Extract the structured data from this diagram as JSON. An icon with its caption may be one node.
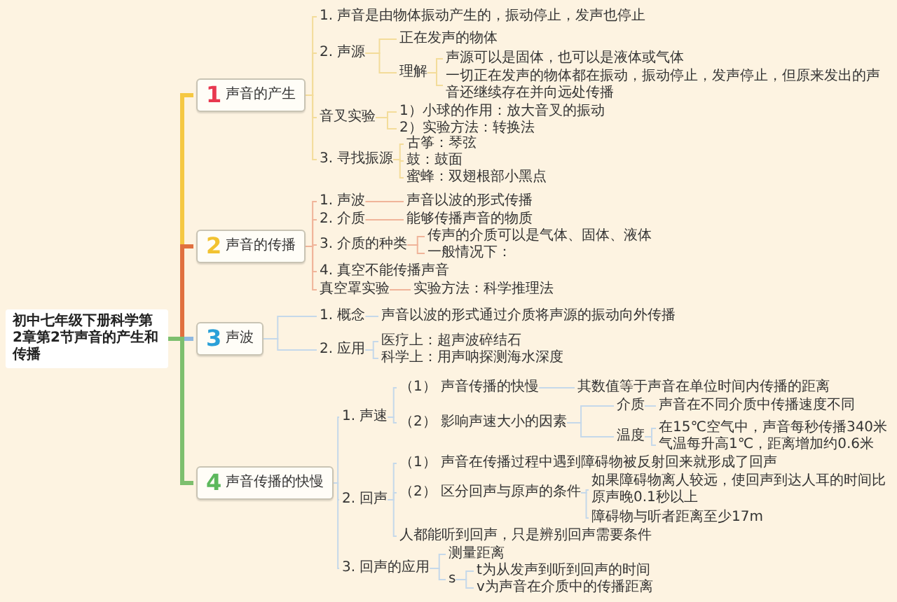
{
  "diagram": {
    "nodes": [
      {
        "text": [
          "初中七年级下册科学第2章第2节声音的产生和传播"
        ]
      },
      {
        "text": [
          "1",
          "声音的产生"
        ]
      },
      {
        "text": [
          "1. 声音是由物体振动产生的，振动停止，发声也停止"
        ]
      },
      {
        "text": [
          "2. 声源"
        ]
      },
      {
        "text": [
          "正在发声的物体"
        ]
      },
      {
        "text": [
          "理解"
        ]
      },
      {
        "text": [
          "声源可以是固体，也可以是液体或气体"
        ]
      },
      {
        "text": [
          "一切正在发声的物体都在振动，振动停止，发声停止，但原来发出的声音还继续存在并向远处传播"
        ]
      },
      {
        "text": [
          "音叉实验"
        ]
      },
      {
        "text": [
          "1）小球的作用：放大音叉的振动"
        ]
      },
      {
        "text": [
          "2）实验方法：转换法"
        ]
      },
      {
        "text": [
          "3. 寻找振源"
        ]
      },
      {
        "text": [
          "古筝：琴弦"
        ]
      },
      {
        "text": [
          "鼓：鼓面"
        ]
      },
      {
        "text": [
          "蜜蜂：双翅根部小黑点"
        ]
      },
      {
        "text": [
          "2",
          "声音的传播"
        ]
      },
      {
        "text": [
          "1. 声波"
        ]
      },
      {
        "text": [
          "声音以波的形式传播"
        ]
      },
      {
        "text": [
          "2. 介质"
        ]
      },
      {
        "text": [
          "能够传播声音的物质"
        ]
      },
      {
        "text": [
          "3. 介质的种类"
        ]
      },
      {
        "text": [
          "传声的介质可以是气体、固体、液体"
        ]
      },
      {
        "text": [
          "一般情况下："
        ]
      },
      {
        "text": [
          "4. 真空不能传播声音"
        ]
      },
      {
        "text": [
          "真空罩实验"
        ]
      },
      {
        "text": [
          "实验方法：科学推理法"
        ]
      },
      {
        "text": [
          "3",
          "声波"
        ]
      },
      {
        "text": [
          "1. 概念"
        ]
      },
      {
        "text": [
          "声音以波的形式通过介质将声源的振动向外传播"
        ]
      },
      {
        "text": [
          "2. 应用"
        ]
      },
      {
        "text": [
          "医疗上：超声波碎结石"
        ]
      },
      {
        "text": [
          "科学上：用声呐探测海水深度"
        ]
      },
      {
        "text": [
          "4",
          "声音传播的快慢"
        ]
      },
      {
        "text": [
          "1. 声速"
        ]
      },
      {
        "text": [
          "（1） 声音传播的快慢"
        ]
      },
      {
        "text": [
          "其数值等于声音在单位时间内传播的距离"
        ]
      },
      {
        "text": [
          "（2） 影响声速大小的因素"
        ]
      },
      {
        "text": [
          "介质"
        ]
      },
      {
        "text": [
          "声音在不同介质中传播速度不同"
        ]
      },
      {
        "text": [
          "温度"
        ]
      },
      {
        "text": [
          "在15℃空气中，声音每秒传播340米"
        ]
      },
      {
        "text": [
          "气温每升高1℃，距离增加约0.6米"
        ]
      },
      {
        "text": [
          "2. 回声"
        ]
      },
      {
        "text": [
          "（1） 声音在传播过程中遇到障碍物被反射回来就形成了回声"
        ]
      },
      {
        "text": [
          "（2） 区分回声与原声的条件"
        ]
      },
      {
        "text": [
          "如果障碍物离人较远，使回声到达人耳的时间比原声晚0.1秒以上"
        ]
      },
      {
        "text": [
          "障碍物与听者距离至少17m"
        ]
      },
      {
        "text": [
          "人都能听到回声，只是辨别回声需要条件"
        ]
      },
      {
        "text": [
          "3. 回声的应用"
        ]
      },
      {
        "text": [
          "测量距离"
        ]
      },
      {
        "text": [
          "s"
        ]
      },
      {
        "text": [
          "t为从发声到听到回声的时间"
        ]
      },
      {
        "text": [
          "v为声音在介质中的传播距离"
        ]
      }
    ],
    "edges": [
      {
        "from": 0,
        "to": 1,
        "arrow": "none",
        "style": "thick",
        "color": "#f5c842"
      },
      {
        "from": 1,
        "to": 2,
        "arrow": "none",
        "color": "#f3dc9a"
      },
      {
        "from": 1,
        "to": 3,
        "arrow": "none",
        "color": "#f3dc9a"
      },
      {
        "from": 3,
        "to": 4,
        "arrow": "none",
        "color": "#f3dc9a"
      },
      {
        "from": 3,
        "to": 5,
        "arrow": "none",
        "color": "#f3dc9a"
      },
      {
        "from": 5,
        "to": 6,
        "arrow": "none",
        "color": "#f3dc9a"
      },
      {
        "from": 5,
        "to": 7,
        "arrow": "none",
        "color": "#f3dc9a"
      },
      {
        "from": 1,
        "to": 8,
        "arrow": "none",
        "color": "#f3dc9a"
      },
      {
        "from": 8,
        "to": 9,
        "arrow": "none",
        "color": "#f3dc9a"
      },
      {
        "from": 8,
        "to": 10,
        "arrow": "none",
        "color": "#f3dc9a"
      },
      {
        "from": 1,
        "to": 11,
        "arrow": "none",
        "color": "#f3dc9a"
      },
      {
        "from": 11,
        "to": 12,
        "arrow": "none",
        "color": "#f3dc9a"
      },
      {
        "from": 11,
        "to": 13,
        "arrow": "none",
        "color": "#f3dc9a"
      },
      {
        "from": 11,
        "to": 14,
        "arrow": "none",
        "color": "#f3dc9a"
      },
      {
        "from": 0,
        "to": 15,
        "arrow": "none",
        "style": "thick",
        "color": "#e0703f"
      },
      {
        "from": 15,
        "to": 16,
        "arrow": "none",
        "color": "#f0b49a"
      },
      {
        "from": 16,
        "to": 17,
        "arrow": "none",
        "color": "#f0b49a"
      },
      {
        "from": 15,
        "to": 18,
        "arrow": "none",
        "color": "#f0b49a"
      },
      {
        "from": 18,
        "to": 19,
        "arrow": "none",
        "color": "#f0b49a"
      },
      {
        "from": 15,
        "to": 20,
        "arrow": "none",
        "color": "#f0b49a"
      },
      {
        "from": 20,
        "to": 21,
        "arrow": "none",
        "color": "#f0b49a"
      },
      {
        "from": 20,
        "to": 22,
        "arrow": "none",
        "color": "#f0b49a"
      },
      {
        "from": 15,
        "to": 23,
        "arrow": "none",
        "color": "#f0b49a"
      },
      {
        "from": 15,
        "to": 24,
        "arrow": "none",
        "color": "#f0b49a"
      },
      {
        "from": 24,
        "to": 25,
        "arrow": "none",
        "color": "#f0b49a"
      },
      {
        "from": 0,
        "to": 26,
        "arrow": "none",
        "style": "thick",
        "color": "#8fb8e0"
      },
      {
        "from": 26,
        "to": 27,
        "arrow": "none"
      },
      {
        "from": 27,
        "to": 28,
        "arrow": "none"
      },
      {
        "from": 26,
        "to": 29,
        "arrow": "none"
      },
      {
        "from": 29,
        "to": 30,
        "arrow": "none"
      },
      {
        "from": 29,
        "to": 31,
        "arrow": "none"
      },
      {
        "from": 0,
        "to": 32,
        "arrow": "none",
        "style": "thick",
        "color": "#7dbf6e"
      },
      {
        "from": 32,
        "to": 33,
        "arrow": "none"
      },
      {
        "from": 33,
        "to": 34,
        "arrow": "none"
      },
      {
        "from": 34,
        "to": 35,
        "arrow": "none"
      },
      {
        "from": 33,
        "to": 36,
        "arrow": "none"
      },
      {
        "from": 36,
        "to": 37,
        "arrow": "none"
      },
      {
        "from": 37,
        "to": 38,
        "arrow": "none"
      },
      {
        "from": 36,
        "to": 39,
        "arrow": "none"
      },
      {
        "from": 39,
        "to": 40,
        "arrow": "none"
      },
      {
        "from": 39,
        "to": 41,
        "arrow": "none"
      },
      {
        "from": 32,
        "to": 42,
        "arrow": "none"
      },
      {
        "from": 42,
        "to": 43,
        "arrow": "none"
      },
      {
        "from": 42,
        "to": 44,
        "arrow": "none"
      },
      {
        "from": 44,
        "to": 45,
        "arrow": "none"
      },
      {
        "from": 44,
        "to": 46,
        "arrow": "none"
      },
      {
        "from": 42,
        "to": 47,
        "arrow": "none"
      },
      {
        "from": 32,
        "to": 48,
        "arrow": "none"
      },
      {
        "from": 48,
        "to": 49,
        "arrow": "none"
      },
      {
        "from": 48,
        "to": 50,
        "arrow": "none"
      },
      {
        "from": 50,
        "to": 51,
        "arrow": "none"
      },
      {
        "from": 50,
        "to": 52,
        "arrow": "none"
      }
    ]
  }
}
